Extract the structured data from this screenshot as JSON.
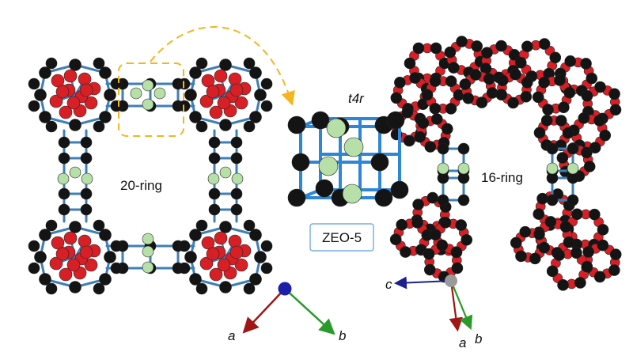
{
  "labels": {
    "left_ring": "20-ring",
    "right_ring": "16-ring",
    "unit_name": "t4r",
    "framework": "ZEO-5",
    "axis_a_left": "a",
    "axis_b_left": "b",
    "axis_c_right": "c",
    "axis_a_right": "a",
    "axis_b_right": "b"
  },
  "colors": {
    "bond": "#3f7fb7",
    "unit_bond": "#2e86d6",
    "oxygen": "#d81f26",
    "t_atom": "#141414",
    "t4r_highlight": "#b7dfa8",
    "dashed_highlight": "#f2b61e",
    "axis_a": "#a01515",
    "axis_b": "#2a9a2a",
    "axis_c": "#1c1f8f",
    "axis_origin_left": "#1d1fa8",
    "axis_origin_right": "#9a9a9a",
    "framework_box_border": "#5aa0cf"
  },
  "icons": {
    "structure_left": "zeolite-framework-20-ring-illustration",
    "structure_right": "zeolite-framework-16-ring-illustration",
    "unit": "t4r-unit-illustration",
    "axes_left": "crystal-axes-a-b",
    "axes_right": "crystal-axes-c-a-b"
  }
}
